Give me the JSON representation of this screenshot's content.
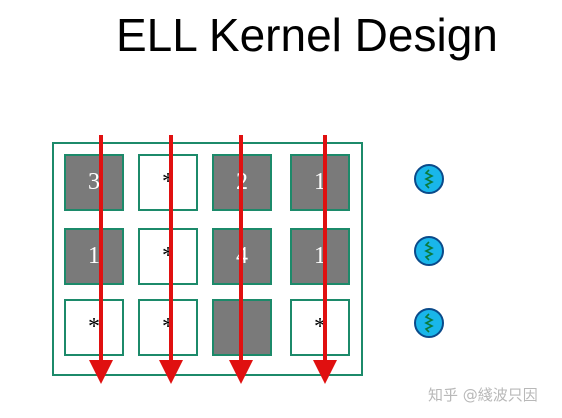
{
  "title": "ELL Kernel Design",
  "matrix": {
    "rows": [
      [
        {
          "text": "3",
          "filled": true
        },
        {
          "text": "*",
          "filled": false
        },
        {
          "text": "2",
          "filled": true
        },
        {
          "text": "1",
          "filled": true
        }
      ],
      [
        {
          "text": "1",
          "filled": true
        },
        {
          "text": "*",
          "filled": false
        },
        {
          "text": "4",
          "filled": true
        },
        {
          "text": "1",
          "filled": true
        }
      ],
      [
        {
          "text": "*",
          "filled": false
        },
        {
          "text": "*",
          "filled": false
        },
        {
          "text": "",
          "filled": true
        },
        {
          "text": "*",
          "filled": false
        }
      ]
    ]
  },
  "threads": [
    "thread-icon",
    "thread-icon",
    "thread-icon"
  ],
  "colors": {
    "border": "#1c8a6a",
    "filled_cell": "#7a7a7a",
    "arrow": "#e01010",
    "thread": "#19b6ea"
  },
  "watermark": "知乎 @綫波只因"
}
